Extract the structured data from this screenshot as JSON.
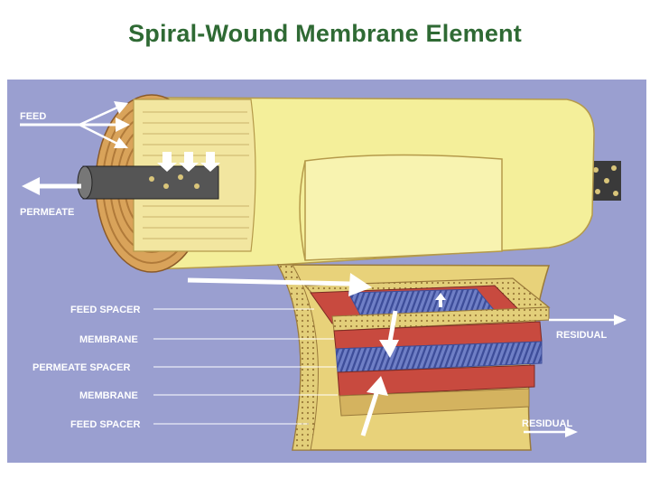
{
  "title": "Spiral-Wound Membrane Element",
  "labels": {
    "feed": "FEED",
    "permeate": "PERMEATE",
    "feed_spacer_top": "FEED SPACER",
    "membrane_top": "MEMBRANE",
    "permeate_spacer": "PERMEATE SPACER",
    "membrane_bottom": "MEMBRANE",
    "feed_spacer_bottom": "FEED SPACER",
    "residual_top": "RESIDUAL",
    "residual_bottom": "RESIDUAL"
  },
  "colors": {
    "title": "#2f6a34",
    "background": "#9a9fd0",
    "cylinder": "#f4ef9a",
    "spiral_end": "#d9a35a",
    "membrane": "#c84a3f",
    "permeate_spacer": "#5d6fb8",
    "feed_spacer": "#e8d27a"
  }
}
